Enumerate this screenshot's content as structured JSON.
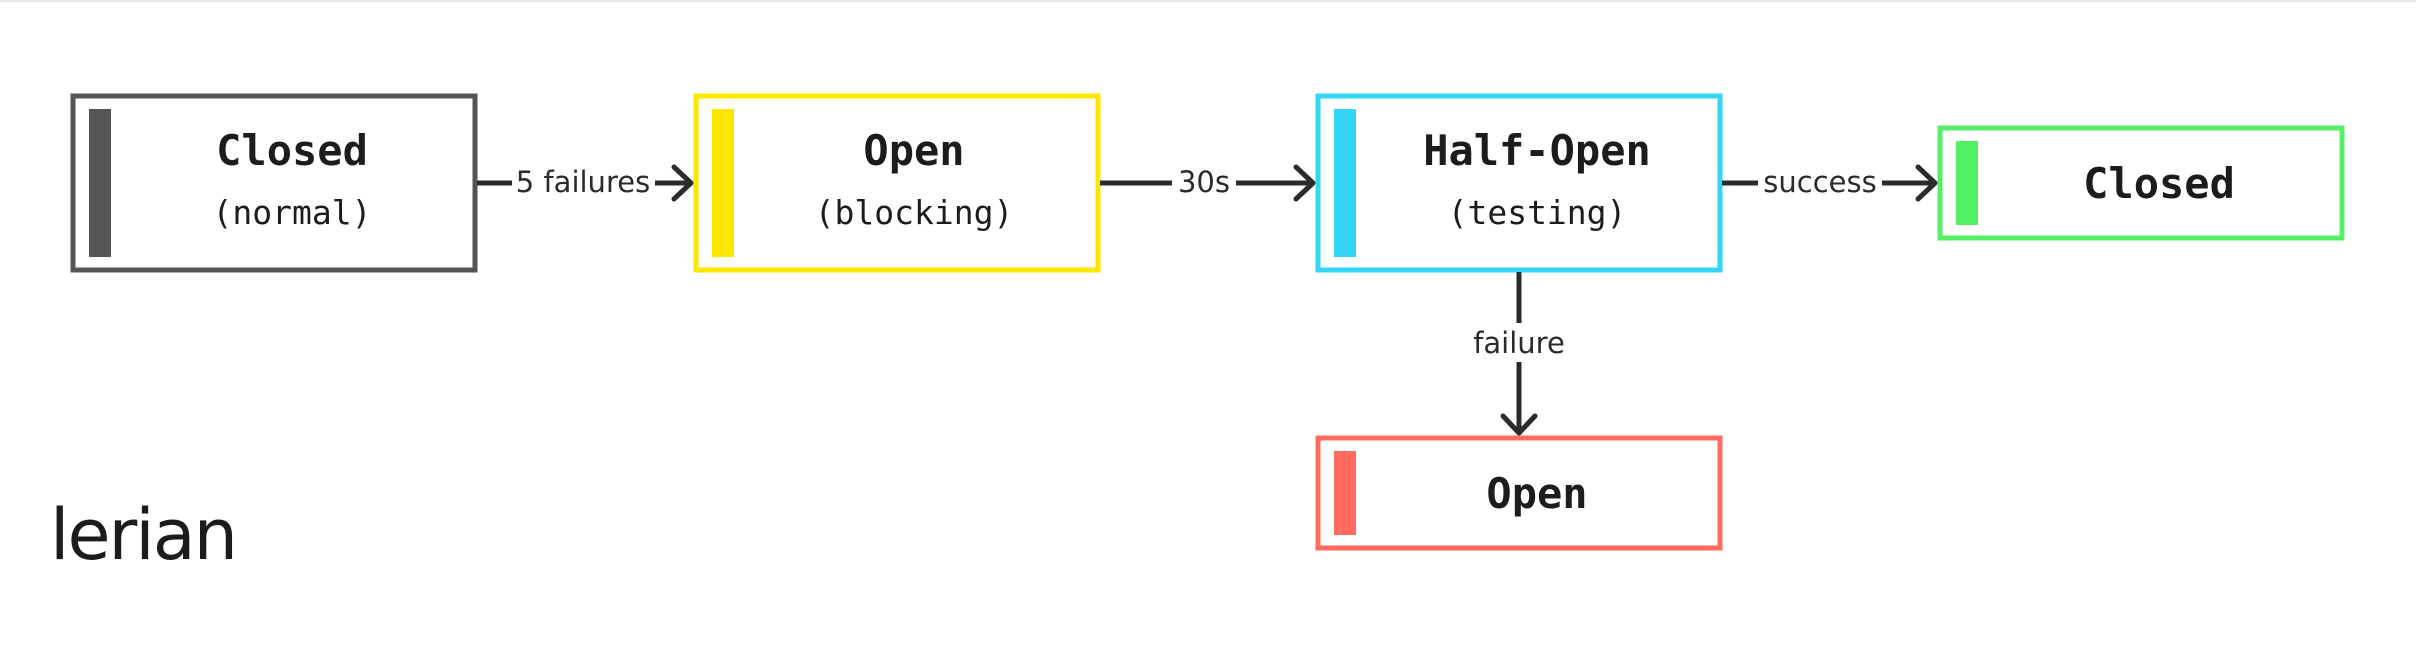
{
  "states": [
    {
      "id": "closed-start",
      "title": "Closed",
      "subtitle": "(normal)",
      "color": "#555555"
    },
    {
      "id": "open",
      "title": "Open",
      "subtitle": "(blocking)",
      "color": "#ffe800"
    },
    {
      "id": "half-open",
      "title": "Half-Open",
      "subtitle": "(testing)",
      "color": "#33d6f5"
    },
    {
      "id": "closed-end",
      "title": "Closed",
      "subtitle": "",
      "color": "#55ef66"
    },
    {
      "id": "open-fail",
      "title": "Open",
      "subtitle": "",
      "color": "#ff6b61"
    }
  ],
  "transitions": [
    {
      "from": "closed-start",
      "to": "open",
      "label": "5 failures"
    },
    {
      "from": "open",
      "to": "half-open",
      "label": "30s"
    },
    {
      "from": "half-open",
      "to": "closed-end",
      "label": "success"
    },
    {
      "from": "half-open",
      "to": "open-fail",
      "label": "failure"
    }
  ],
  "brand": {
    "logo_text": "lerian"
  }
}
